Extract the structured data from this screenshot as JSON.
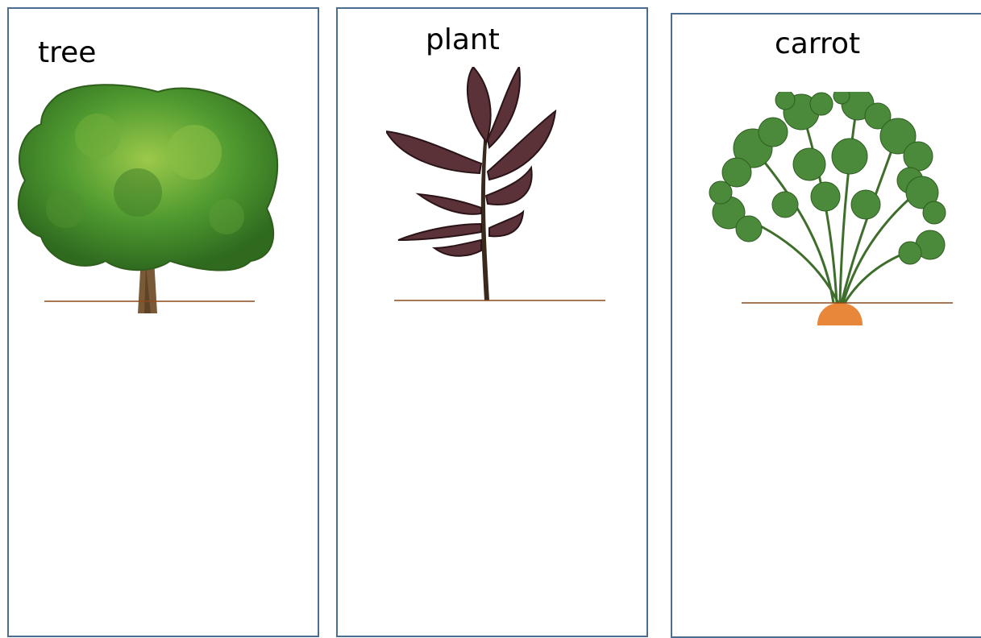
{
  "cards": [
    {
      "label": "tree",
      "icon": "tree-icon"
    },
    {
      "label": "plant",
      "icon": "plant-icon"
    },
    {
      "label": "carrot",
      "icon": "carrot-icon"
    }
  ],
  "colors": {
    "border": "#4a6d92",
    "ground_line": "#8b4a1a",
    "tree_foliage": "#3f8a2a",
    "tree_trunk": "#7a5a36",
    "plant_leaf": "#5a3238",
    "carrot_leaf": "#4b8a3a",
    "carrot_root": "#e8873a"
  }
}
